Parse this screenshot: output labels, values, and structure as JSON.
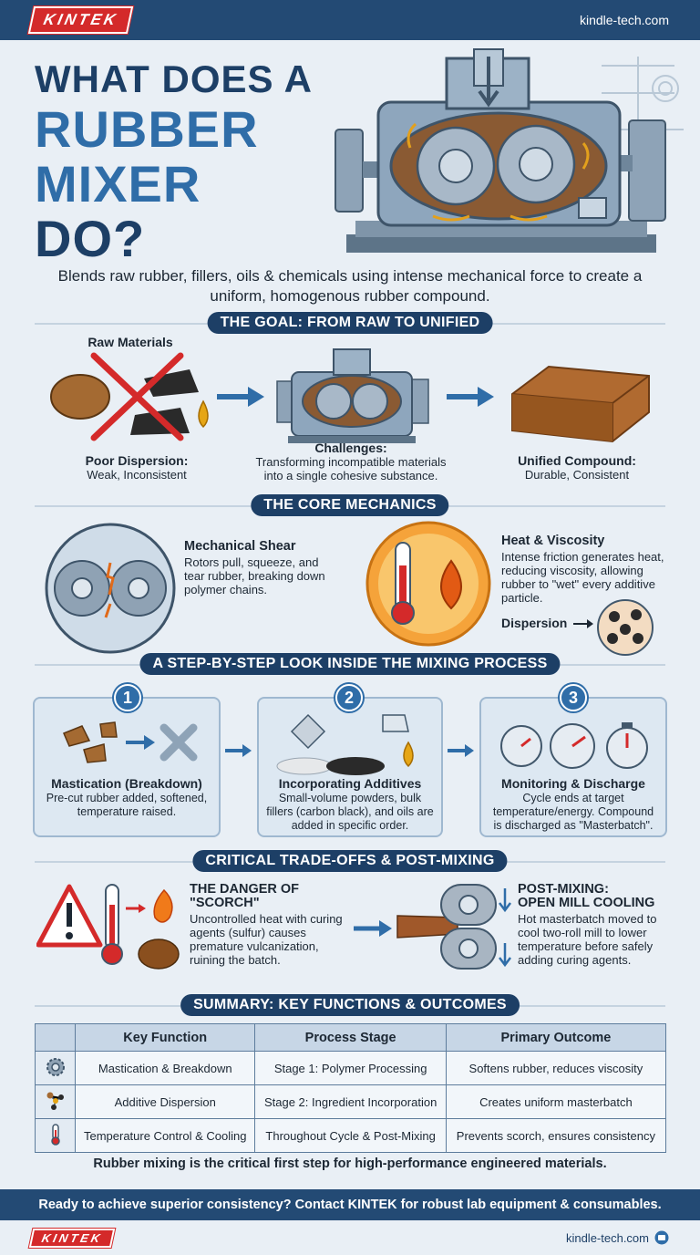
{
  "header": {
    "logo": "KINTEK",
    "site": "kindle-tech.com"
  },
  "title": {
    "line1": "WHAT DOES A",
    "line2": "RUBBER",
    "line3": "MIXER",
    "line4": "DO?"
  },
  "intro": "Blends raw rubber, fillers, oils & chemicals using intense mechanical force to create a uniform, homogenous rubber compound.",
  "goal": {
    "heading": "THE GOAL: FROM RAW TO UNIFIED",
    "raw_label": "Raw Materials",
    "poor_title": "Poor Dispersion:",
    "poor_text": "Weak, Inconsistent",
    "challenges_title": "Challenges:",
    "challenges_text": "Transforming incompatible materials into a single cohesive substance.",
    "unified_title": "Unified Compound:",
    "unified_text": "Durable, Consistent"
  },
  "core": {
    "heading": "THE CORE MECHANICS",
    "shear_title": "Mechanical Shear",
    "shear_text": "Rotors pull, squeeze, and tear rubber, breaking down polymer chains.",
    "heat_title": "Heat & Viscosity",
    "heat_text": "Intense friction generates heat, reducing viscosity, allowing rubber to \"wet\" every additive particle.",
    "dispersion_label": "Dispersion"
  },
  "steps": {
    "heading": "A STEP-BY-STEP LOOK INSIDE THE MIXING PROCESS",
    "items": [
      {
        "num": "1",
        "title": "Mastication (Breakdown)",
        "text": "Pre-cut rubber added, softened, temperature raised."
      },
      {
        "num": "2",
        "title": "Incorporating Additives",
        "text": "Small-volume powders, bulk fillers (carbon black), and oils are added in specific order."
      },
      {
        "num": "3",
        "title": "Monitoring & Discharge",
        "text": "Cycle ends at target temperature/energy. Compound is discharged as \"Masterbatch\"."
      }
    ]
  },
  "tradeoffs": {
    "heading": "CRITICAL TRADE-OFFS & POST-MIXING",
    "scorch_title_1": "THE DANGER OF",
    "scorch_title_2": "\"SCORCH\"",
    "scorch_text": "Uncontrolled heat with curing agents (sulfur) causes premature vulcanization, ruining the batch.",
    "post_title_1": "POST-MIXING:",
    "post_title_2": "OPEN MILL COOLING",
    "post_text": "Hot masterbatch moved to cool two-roll mill to lower temperature before safely adding curing agents."
  },
  "summary": {
    "heading": "SUMMARY: KEY FUNCTIONS & OUTCOMES",
    "columns": [
      "Key Function",
      "Process Stage",
      "Primary Outcome"
    ],
    "rows": [
      {
        "icon": "gear-icon",
        "cells": [
          "Mastication & Breakdown",
          "Stage 1: Polymer Processing",
          "Softens rubber, reduces viscosity"
        ]
      },
      {
        "icon": "molecule-icon",
        "cells": [
          "Additive Dispersion",
          "Stage 2: Ingredient Incorporation",
          "Creates uniform masterbatch"
        ]
      },
      {
        "icon": "thermometer-icon",
        "cells": [
          "Temperature Control & Cooling",
          "Throughout Cycle & Post-Mixing",
          "Prevents scorch, ensures consistency"
        ]
      }
    ]
  },
  "closing": "Rubber mixing is the critical first step for high-performance engineered materials.",
  "cta": "Ready to achieve superior consistency? Contact KINTEK for robust lab equipment & consumables.",
  "footer": {
    "logo": "KINTEK",
    "site": "kindle-tech.com"
  },
  "colors": {
    "navy": "#1d3f66",
    "blue": "#2f6da8",
    "red": "#d42a2a",
    "bg": "#e9eff5"
  }
}
